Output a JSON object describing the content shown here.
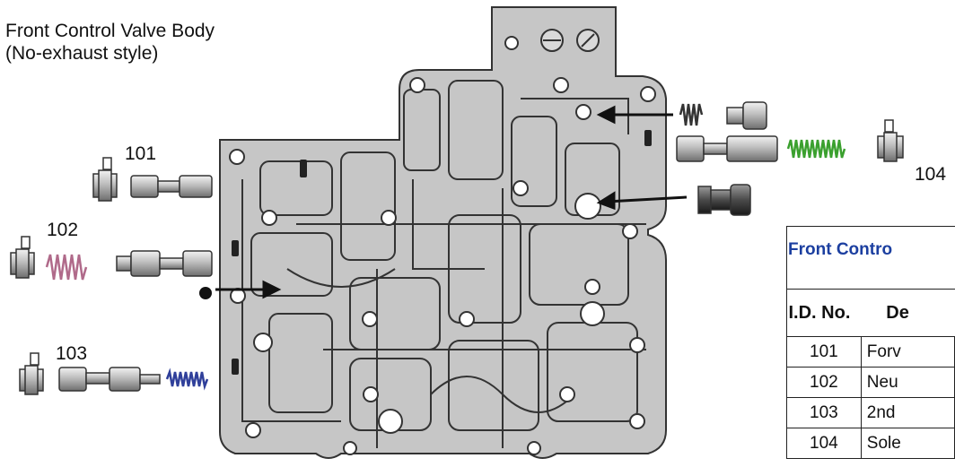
{
  "title_line1": "Front Control Valve Body",
  "title_line2": "(No-exhaust style)",
  "labels": {
    "p101": "101",
    "p102": "102",
    "p103": "103",
    "p104": "104"
  },
  "table": {
    "title": "Front Contro",
    "col_id": "I.D. No.",
    "col_desc": "De",
    "rows": [
      {
        "id": "101",
        "desc": "Forv"
      },
      {
        "id": "102",
        "desc": "Neu"
      },
      {
        "id": "103",
        "desc": "2nd"
      },
      {
        "id": "104",
        "desc": "Sole"
      }
    ]
  },
  "colors": {
    "body": "#c8c8c8",
    "outline": "#333333",
    "title_blue": "#1c3fa0",
    "green_spring": "#3aa02e",
    "pink_spring": "#b06a8a",
    "blue_spring": "#2f3f9a"
  }
}
